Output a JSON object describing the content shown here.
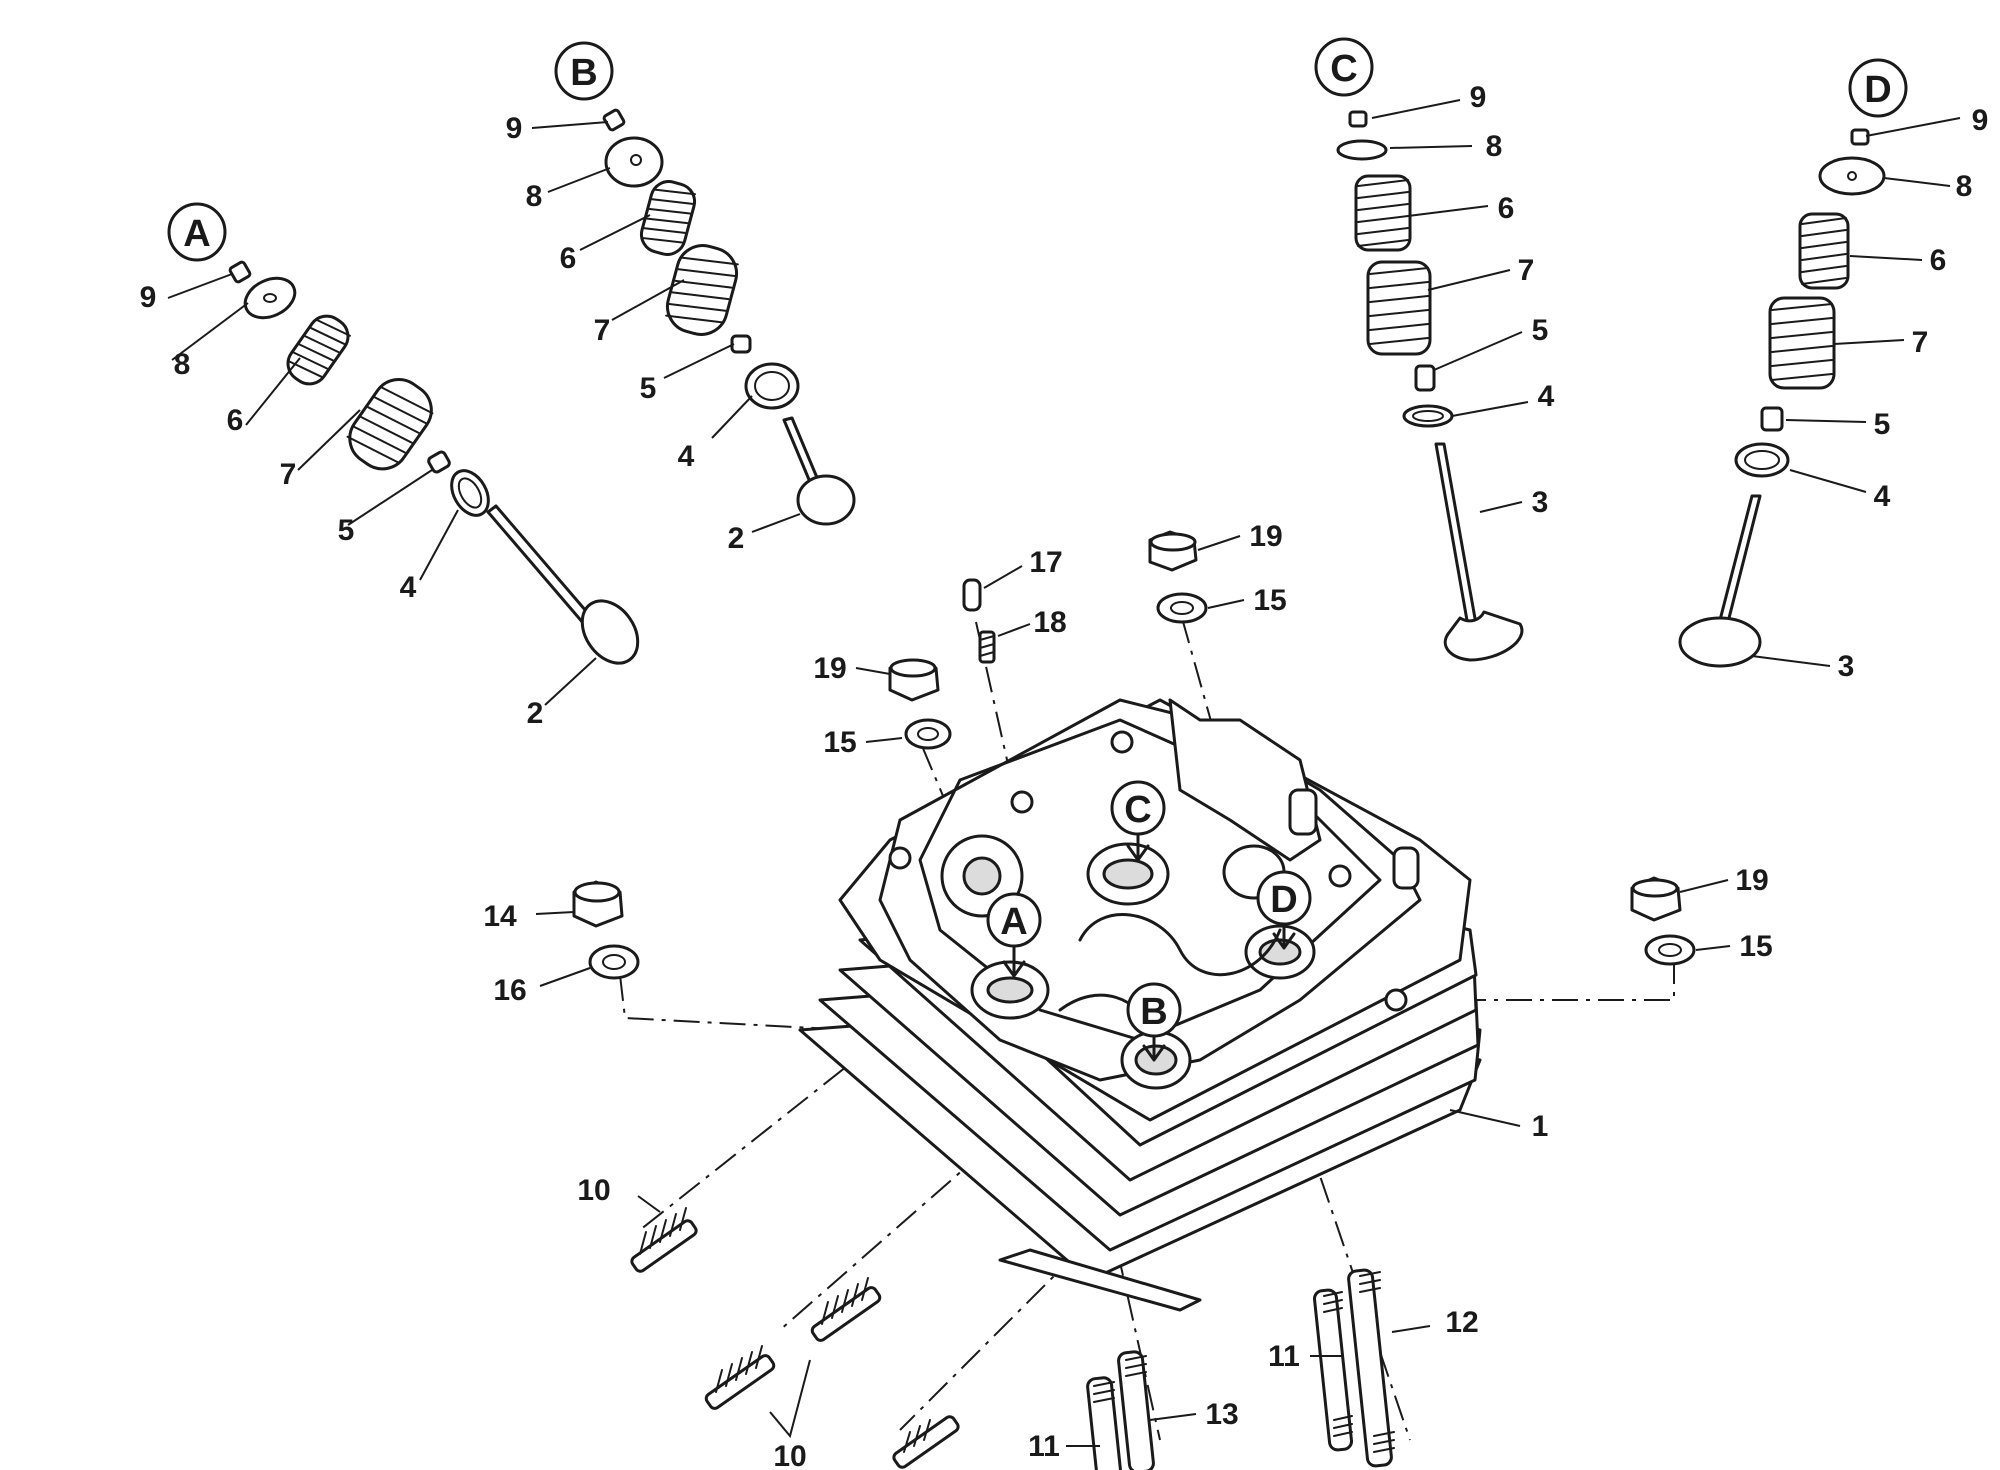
{
  "callouts": {
    "view_a": "A",
    "view_b": "B",
    "view_c": "C",
    "view_d": "D",
    "head_a": "A",
    "head_b": "B",
    "head_c": "C",
    "head_d": "D"
  },
  "labels": {
    "a9": "9",
    "a8": "8",
    "a6": "6",
    "a7": "7",
    "a5": "5",
    "a4": "4",
    "a2": "2",
    "b9": "9",
    "b8": "8",
    "b6": "6",
    "b7": "7",
    "b5": "5",
    "b4": "4",
    "b2": "2",
    "c9": "9",
    "c8": "8",
    "c6": "6",
    "c7": "7",
    "c5": "5",
    "c4": "4",
    "c3": "3",
    "d9": "9",
    "d8": "8",
    "d6": "6",
    "d7": "7",
    "d5": "5",
    "d4": "4",
    "d3": "3",
    "p17": "17",
    "p18": "18",
    "p19a": "19",
    "p15a": "15",
    "p19b": "19",
    "p15b": "15",
    "p19c": "19",
    "p15c": "15",
    "p14": "14",
    "p16": "16",
    "p1": "1",
    "p10a": "10",
    "p10b": "10",
    "p11a": "11",
    "p11b": "11",
    "p12": "12",
    "p13": "13"
  }
}
